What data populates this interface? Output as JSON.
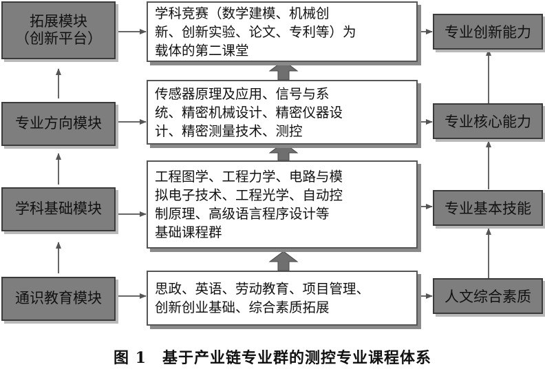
{
  "modules": {
    "expansion": "拓展模块\n（创新平台）",
    "direction": "专业方向模块",
    "foundation": "学科基础模块",
    "general": "通识教育模块"
  },
  "courses": {
    "competition": "学科竞赛（数学建模、机械创\n新、创新实验、论文、专利等）为\n载体的第二课堂",
    "direction": "传感器原理及应用、信号与系\n统、精密机械设计、精密仪器设\n计、精密测量技术、测控",
    "foundation": "工程图学、工程力学、电路与模\n拟电子技术、工程光学、自动控\n制原理、高级语言程序设计等\n基础课程群",
    "general": "思政、英语、劳动教育、项目管理、\n创新创业基础、综合素质拓展"
  },
  "abilities": {
    "innovation": "专业创新能力",
    "core": "专业核心能力",
    "basic": "专业基本技能",
    "humanities": "人文综合素质"
  },
  "caption": "图 1　基于产业链专业群的测控专业课程体系"
}
